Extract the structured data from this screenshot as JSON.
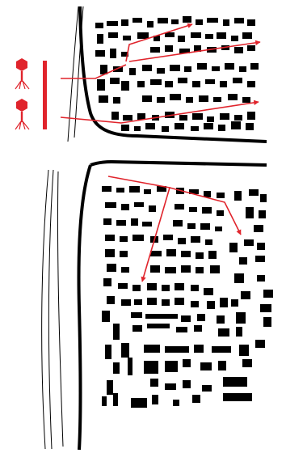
{
  "colors": {
    "background": "#ffffff",
    "ink": "#000000",
    "accent": "#e0242c"
  },
  "legend": {
    "icons": [
      "phage-icon",
      "phage-icon"
    ]
  },
  "panels": [
    {
      "name": "upper-settlement",
      "arrow_count": 3
    },
    {
      "name": "lower-settlement",
      "arrow_count": 2
    }
  ]
}
